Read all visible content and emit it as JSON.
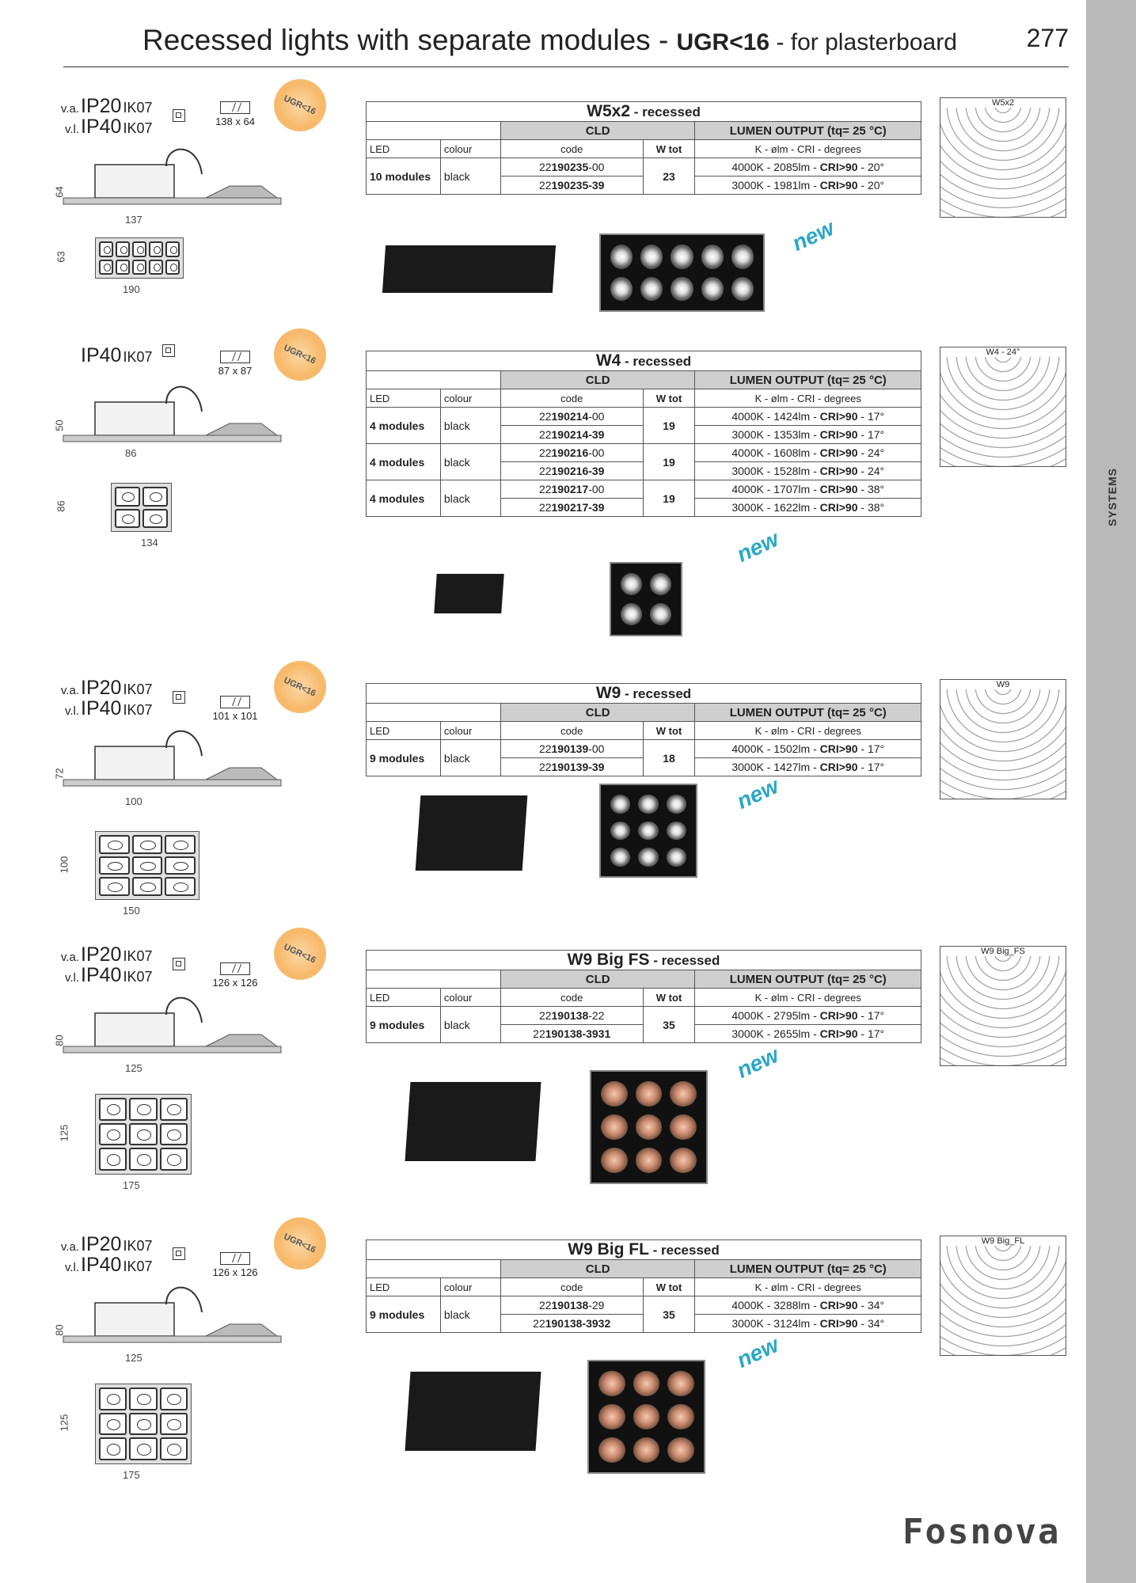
{
  "header": {
    "title_main": "Recessed lights with separate modules - ",
    "title_ugr": "UGR<16",
    "title_sep": " - ",
    "title_sub": "for plasterboard",
    "page_number": "277"
  },
  "sidebar": {
    "label": "SYSTEMS"
  },
  "ugr_badge": "UGR<16",
  "new_tag": "new",
  "logo": "Fosnova",
  "table_labels": {
    "cld": "CLD",
    "lumen": "LUMEN OUTPUT (tq= 25 °C)",
    "led": "LED",
    "colour": "colour",
    "code": "code",
    "wtot": "W tot",
    "kelvin": "K - ølm - CRI - degrees",
    "recessed": " - recessed"
  },
  "sections": [
    {
      "name": "W5x2",
      "ratings": [
        {
          "pre": "v.a.",
          "ip": "IP20",
          "ik": "IK07"
        },
        {
          "pre": "v.l.",
          "ip": "IP40",
          "ik": "IK07"
        }
      ],
      "cutout": "138 x 64",
      "side_height": "64",
      "side_width": "137",
      "top_height": "63",
      "top_width": "190",
      "polar_title": "W5x2",
      "rows": [
        {
          "led": "10 modules",
          "colour": "black",
          "wtot": "23",
          "items": [
            {
              "code_pre": "22",
              "code_b": "190235",
              "code_post": "-00",
              "lumen": "4000K - 2085lm - ",
              "cri": "CRI>90",
              "deg": " - 20°"
            },
            {
              "code_pre": "22",
              "code_b": "190235-39",
              "code_post": "",
              "lumen": "3000K - 1981lm - ",
              "cri": "CRI>90",
              "deg": " - 20°"
            }
          ]
        }
      ]
    },
    {
      "name": "W4",
      "ratings": [
        {
          "pre": "",
          "ip": "IP40",
          "ik": "IK07"
        }
      ],
      "cutout": "87 x 87",
      "side_height": "50",
      "side_width": "86",
      "top_height": "86",
      "top_width": "134",
      "polar_title": "W4 - 24°",
      "rows": [
        {
          "led": "4 modules",
          "colour": "black",
          "wtot": "19",
          "items": [
            {
              "code_pre": "22",
              "code_b": "190214",
              "code_post": "-00",
              "lumen": "4000K - 1424lm - ",
              "cri": "CRI>90",
              "deg": " - 17°"
            },
            {
              "code_pre": "22",
              "code_b": "190214-39",
              "code_post": "",
              "lumen": "3000K - 1353lm - ",
              "cri": "CRI>90",
              "deg": " - 17°"
            }
          ]
        },
        {
          "led": "4 modules",
          "colour": "black",
          "wtot": "19",
          "items": [
            {
              "code_pre": "22",
              "code_b": "190216",
              "code_post": "-00",
              "lumen": "4000K - 1608lm - ",
              "cri": "CRI>90",
              "deg": " - 24°"
            },
            {
              "code_pre": "22",
              "code_b": "190216-39",
              "code_post": "",
              "lumen": "3000K - 1528lm - ",
              "cri": "CRI>90",
              "deg": " - 24°"
            }
          ]
        },
        {
          "led": "4 modules",
          "colour": "black",
          "wtot": "19",
          "items": [
            {
              "code_pre": "22",
              "code_b": "190217",
              "code_post": "-00",
              "lumen": "4000K - 1707lm - ",
              "cri": "CRI>90",
              "deg": " - 38°"
            },
            {
              "code_pre": "22",
              "code_b": "190217-39",
              "code_post": "",
              "lumen": "3000K - 1622lm - ",
              "cri": "CRI>90",
              "deg": " - 38°"
            }
          ]
        }
      ]
    },
    {
      "name": "W9",
      "ratings": [
        {
          "pre": "v.a.",
          "ip": "IP20",
          "ik": "IK07"
        },
        {
          "pre": "v.l.",
          "ip": "IP40",
          "ik": "IK07"
        }
      ],
      "cutout": "101 x 101",
      "side_height": "72",
      "side_width": "100",
      "top_height": "100",
      "top_width": "150",
      "polar_title": "W9",
      "rows": [
        {
          "led": "9 modules",
          "colour": "black",
          "wtot": "18",
          "items": [
            {
              "code_pre": "22",
              "code_b": "190139",
              "code_post": "-00",
              "lumen": "4000K - 1502lm - ",
              "cri": "CRI>90",
              "deg": " - 17°"
            },
            {
              "code_pre": "22",
              "code_b": "190139-39",
              "code_post": "",
              "lumen": "3000K - 1427lm - ",
              "cri": "CRI>90",
              "deg": " - 17°"
            }
          ]
        }
      ]
    },
    {
      "name": "W9 Big FS",
      "ratings": [
        {
          "pre": "v.a.",
          "ip": "IP20",
          "ik": "IK07"
        },
        {
          "pre": "v.l.",
          "ip": "IP40",
          "ik": "IK07"
        }
      ],
      "cutout": "126 x 126",
      "side_height": "80",
      "side_width": "125",
      "top_height": "125",
      "top_width": "175",
      "polar_title": "W9 Big_FS",
      "rows": [
        {
          "led": "9 modules",
          "colour": "black",
          "wtot": "35",
          "items": [
            {
              "code_pre": "22",
              "code_b": "190138",
              "code_post": "-22",
              "lumen": "4000K - 2795lm - ",
              "cri": "CRI>90",
              "deg": " - 17°"
            },
            {
              "code_pre": "22",
              "code_b": "190138-3931",
              "code_post": "",
              "lumen": "3000K - 2655lm - ",
              "cri": "CRI>90",
              "deg": " - 17°"
            }
          ]
        }
      ]
    },
    {
      "name": "W9 Big FL",
      "ratings": [
        {
          "pre": "v.a.",
          "ip": "IP20",
          "ik": "IK07"
        },
        {
          "pre": "v.l.",
          "ip": "IP40",
          "ik": "IK07"
        }
      ],
      "cutout": "126 x 126",
      "side_height": "80",
      "side_width": "125",
      "top_height": "125",
      "top_width": "175",
      "polar_title": "W9 Big_FL",
      "rows": [
        {
          "led": "9 modules",
          "colour": "black",
          "wtot": "35",
          "items": [
            {
              "code_pre": "22",
              "code_b": "190138",
              "code_post": "-29",
              "lumen": "4000K - 3288lm - ",
              "cri": "CRI>90",
              "deg": " - 34°"
            },
            {
              "code_pre": "22",
              "code_b": "190138-3932",
              "code_post": "",
              "lumen": "3000K - 3124lm - ",
              "cri": "CRI>90",
              "deg": " - 34°"
            }
          ]
        }
      ]
    }
  ]
}
